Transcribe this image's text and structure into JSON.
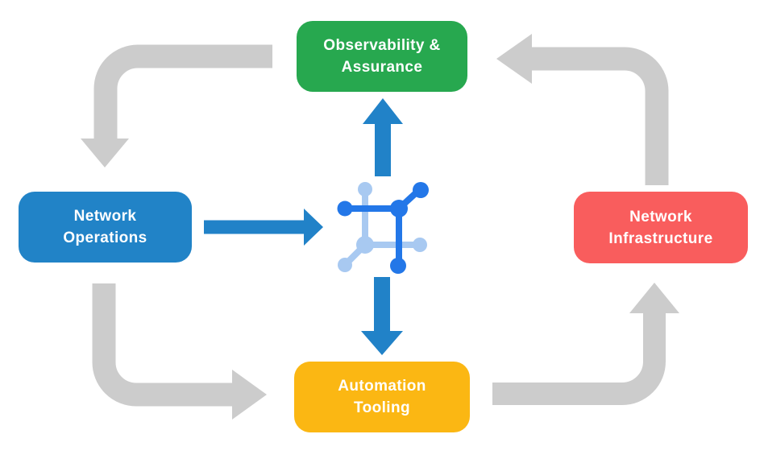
{
  "canvas": {
    "background_color": "#FFFFFF"
  },
  "nodes": {
    "observability": {
      "line1": "Observability &",
      "line2": "Assurance",
      "color": "#27A84F",
      "text_color": "#FFFFFF"
    },
    "operations": {
      "line1": "Network",
      "line2": "Operations",
      "color": "#2183C7",
      "text_color": "#FFFFFF"
    },
    "infrastructure": {
      "line1": "Network",
      "line2": "Infrastructure",
      "color": "#F95D5D",
      "text_color": "#FFFFFF"
    },
    "automation": {
      "line1": "Automation",
      "line2": "Tooling",
      "color": "#FBB713",
      "text_color": "#FFFFFF"
    }
  },
  "hub_icon": {
    "name": "network-hub-icon",
    "dark_color": "#2377E8",
    "light_color": "#A8C9F1"
  },
  "arrows": {
    "cycle_color": "#CCCCCC",
    "hub_color": "#2182C8",
    "cycle_edges": [
      {
        "from": "Observability & Assurance",
        "to": "Network Operations"
      },
      {
        "from": "Network Operations",
        "to": "Automation Tooling"
      },
      {
        "from": "Automation Tooling",
        "to": "Network Infrastructure"
      },
      {
        "from": "Network Infrastructure",
        "to": "Observability & Assurance"
      }
    ],
    "hub_edges": [
      {
        "from": "Network Operations",
        "to": "network-hub-icon"
      },
      {
        "from": "network-hub-icon",
        "to": "Observability & Assurance"
      },
      {
        "from": "network-hub-icon",
        "to": "Automation Tooling"
      }
    ]
  }
}
